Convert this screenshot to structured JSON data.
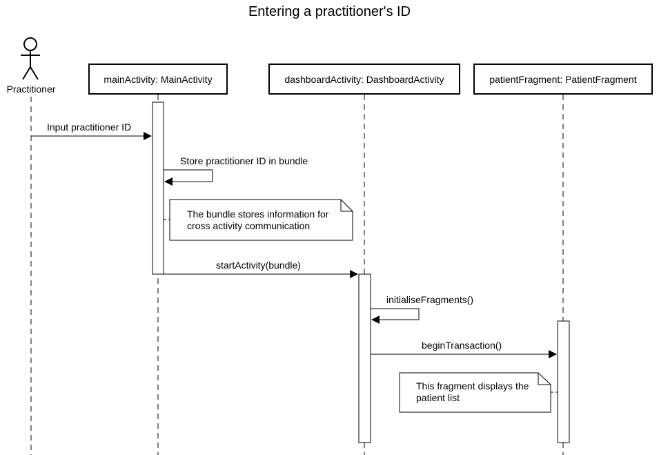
{
  "title": "Entering a practitioner's ID",
  "actor": {
    "label": "Practitioner"
  },
  "participants": [
    {
      "label": "mainActivity: MainActivity"
    },
    {
      "label": "dashboardActivity: DashboardActivity"
    },
    {
      "label": "patientFragment: PatientFragment"
    }
  ],
  "messages": [
    {
      "label": "Input practitioner ID"
    },
    {
      "label": "Store practitioner ID in bundle"
    },
    {
      "label": "startActivity(bundle)"
    },
    {
      "label": "initialiseFragments()"
    },
    {
      "label": "beginTransaction()"
    }
  ],
  "notes": [
    {
      "line1": "The bundle stores information for",
      "line2": "cross activity communication"
    },
    {
      "line1": "This fragment displays the",
      "line2": "patient list"
    }
  ]
}
